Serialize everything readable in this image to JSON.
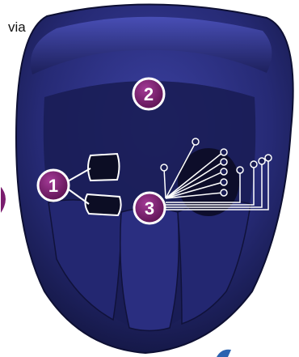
{
  "caption": "via",
  "callouts": [
    {
      "number": "1",
      "target": "front-buttons"
    },
    {
      "number": "2",
      "target": "upper-shell"
    },
    {
      "number": "3",
      "target": "led-indicators"
    }
  ],
  "colors": {
    "shell": "#2a2f7a",
    "shell_dark": "#11143e",
    "badge": "#7a1d6e",
    "badge_border": "#ffffff",
    "accent": "#2b63b0"
  }
}
